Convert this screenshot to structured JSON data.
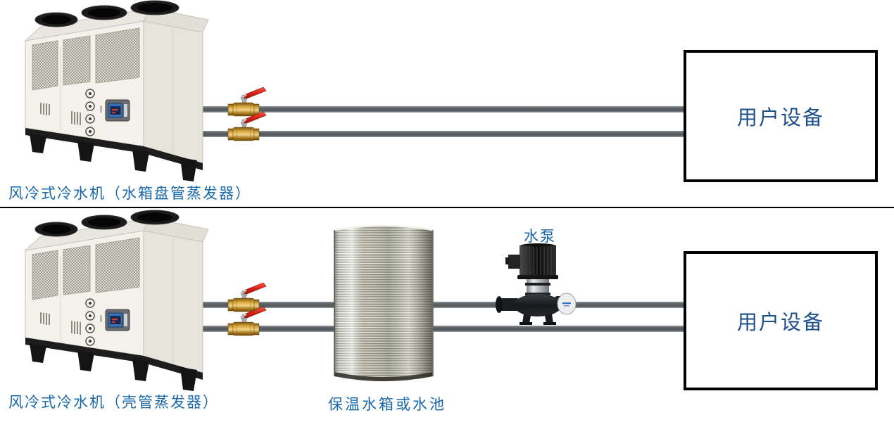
{
  "sections": {
    "top": {
      "chiller_label": "风冷式冷水机（水箱盘管蒸发器）",
      "user_equipment": "用户设备"
    },
    "bottom": {
      "chiller_label": "风冷式冷水机（壳管蒸发器）",
      "tank_label": "保温水箱或水池",
      "pump_label": "水泵",
      "user_equipment": "用户设备"
    }
  },
  "icons": {
    "chiller": "air-cooled-chiller-photo",
    "valve": "brass-ball-valve",
    "tank": "stainless-insulated-water-tank-photo",
    "pump": "vertical-inline-water-pump-photo",
    "pipe": "gray-water-pipe"
  },
  "colors": {
    "label_text": "#1a68a8",
    "equipment_box_text": "#1d4f8c",
    "equipment_box_border": "#000000",
    "pipe_gray": "#5d6366",
    "valve_brass": "#c79a3a",
    "valve_handle_red": "#d6261c",
    "tank_steel": "#c9c9bf",
    "separator": "#000000"
  }
}
